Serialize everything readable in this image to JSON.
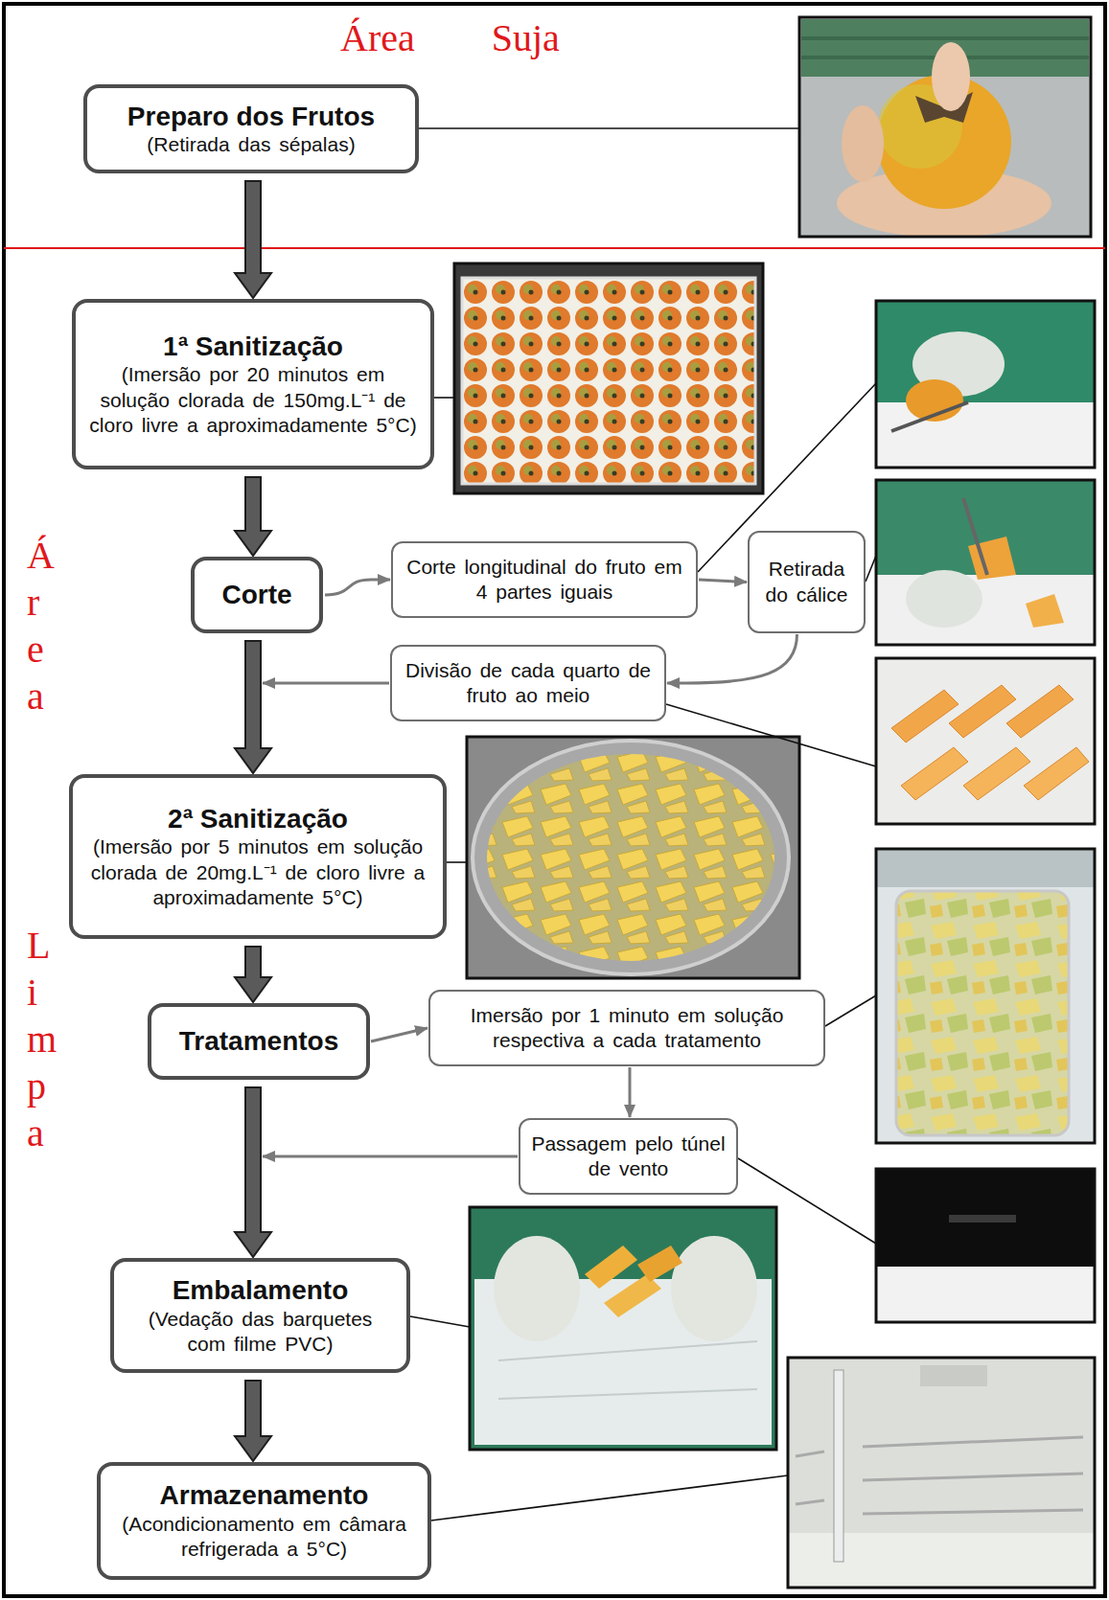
{
  "diagram": {
    "nodes": [
      {
        "text": [
          "Preparo dos Frutos",
          "(Retirada das sépalas)"
        ]
      },
      {
        "text": [
          "1ª Sanitização",
          "(Imersão por 20 minutos em solução clorada de 150mg.L⁻¹ de cloro livre a aproximadamente 5°C)"
        ]
      },
      {
        "text": [
          "Corte"
        ]
      },
      {
        "text": [
          "Corte longitudinal do fruto em 4 partes iguais"
        ]
      },
      {
        "text": [
          "Retirada do cálice"
        ]
      },
      {
        "text": [
          "Divisão de cada quarto de fruto ao meio"
        ]
      },
      {
        "text": [
          "2ª Sanitização",
          "(Imersão por 5 minutos em solução clorada de 20mg.L⁻¹ de cloro livre a aproximadamente 5°C)"
        ]
      },
      {
        "text": [
          "Tratamentos"
        ]
      },
      {
        "text": [
          "Imersão por 1 minuto em solução respectiva a cada tratamento"
        ]
      },
      {
        "text": [
          "Passagem pelo túnel de vento"
        ]
      },
      {
        "text": [
          "Embalamento",
          "(Vedação das barquetes com filme PVC)"
        ]
      },
      {
        "text": [
          "Armazenamento",
          "(Acondicionamento em câmara refrigerada a 5°C)"
        ]
      }
    ],
    "edges": [
      {
        "from": 0,
        "to": 1,
        "arrow": "to"
      },
      {
        "from": 1,
        "to": 2,
        "arrow": "to"
      },
      {
        "from": 2,
        "to": 3,
        "arrow": "to"
      },
      {
        "from": 3,
        "to": 4,
        "arrow": "to"
      },
      {
        "from": 4,
        "to": 5,
        "arrow": "to"
      },
      {
        "from": 5,
        "to": 6,
        "arrow": "to"
      },
      {
        "from": 2,
        "to": 6,
        "arrow": "to"
      },
      {
        "from": 6,
        "to": 7,
        "arrow": "to"
      },
      {
        "from": 7,
        "to": 8,
        "arrow": "to"
      },
      {
        "from": 8,
        "to": 9,
        "arrow": "to"
      },
      {
        "from": 9,
        "to": 10,
        "arrow": "to"
      },
      {
        "from": 7,
        "to": 10,
        "arrow": "to"
      },
      {
        "from": 10,
        "to": 11,
        "arrow": "to"
      }
    ],
    "labels": [
      "Área Suja",
      "Área",
      "Limpa"
    ]
  }
}
